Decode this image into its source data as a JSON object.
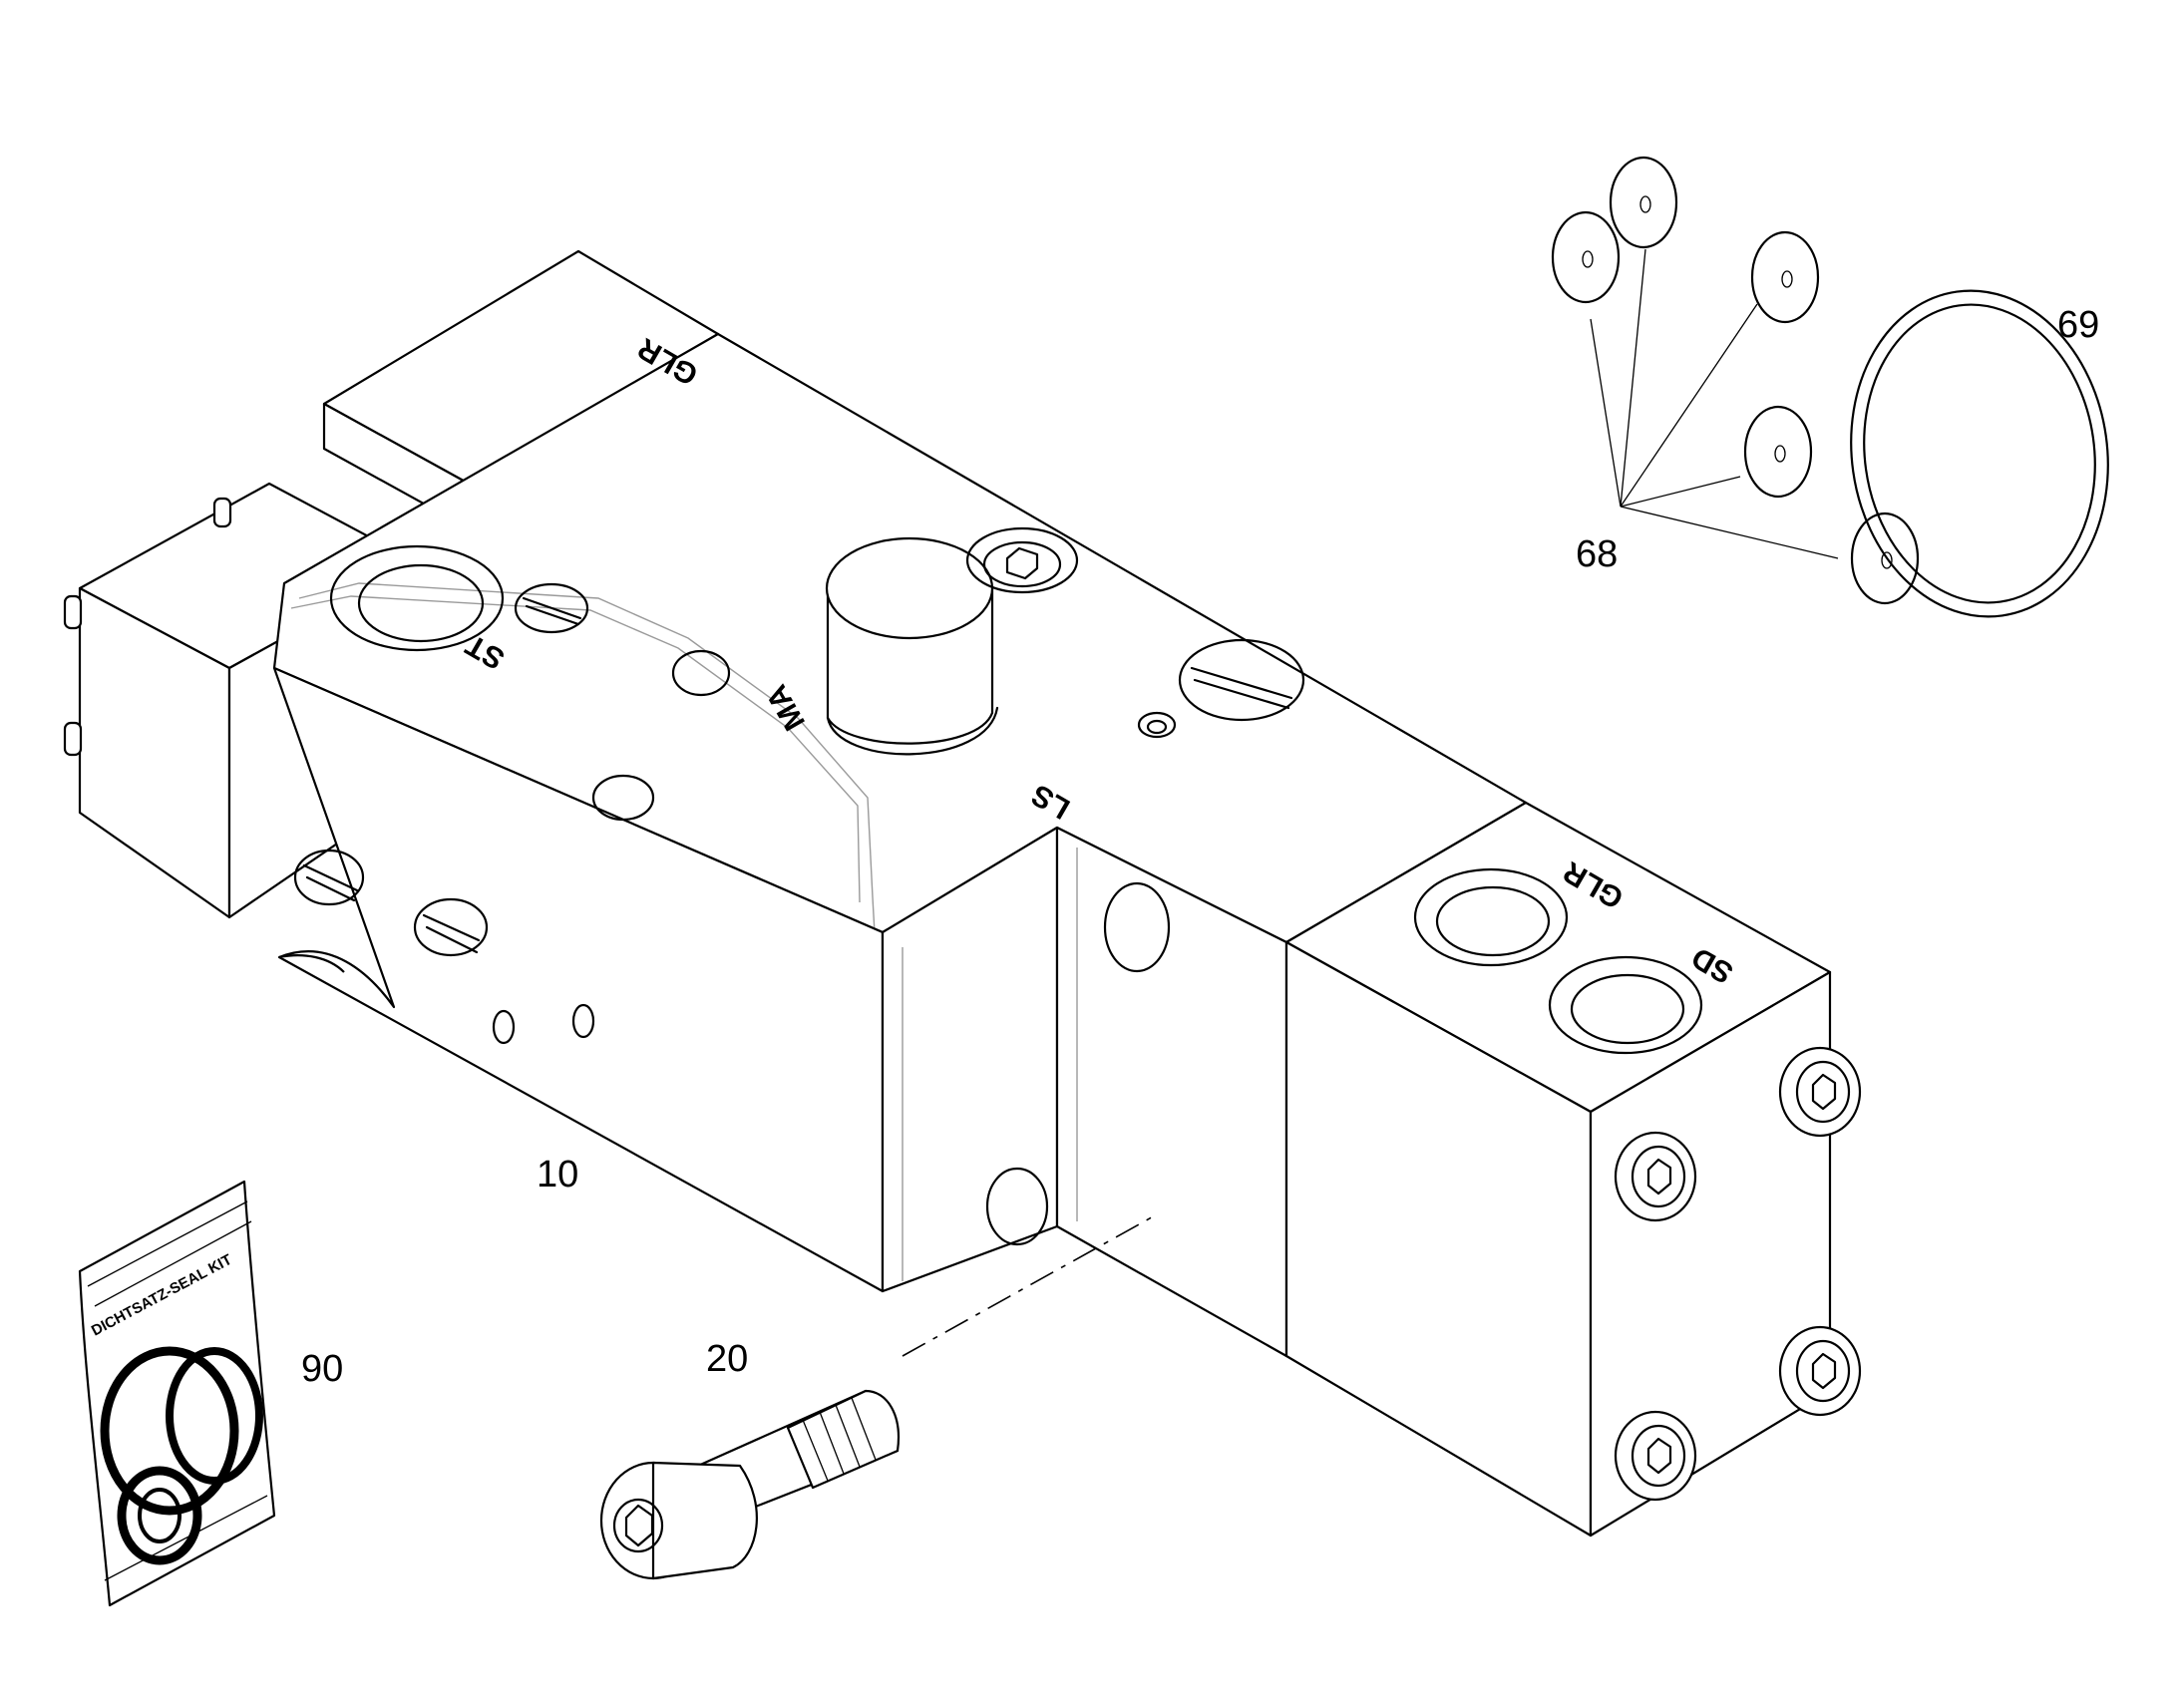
{
  "callouts": {
    "valve_body": "10",
    "screw": "20",
    "small_seals": "68",
    "o_ring": "69",
    "seal_kit": "90"
  },
  "port_markings": {
    "glr_rear": "GLR",
    "st": "ST",
    "ma": "MA",
    "ls": "LS",
    "glr_front": "GLR",
    "sd": "SD"
  },
  "seal_kit_label": "DICHTSATZ-SEAL KIT"
}
